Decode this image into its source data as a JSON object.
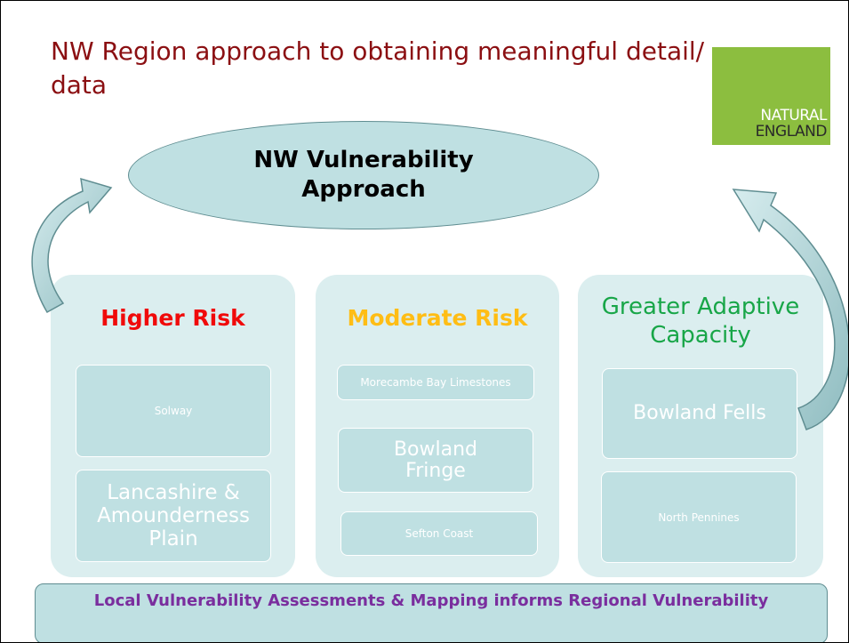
{
  "title": "NW Region approach to obtaining meaningful detail/ data",
  "logo": {
    "line1": "NATURAL",
    "line2": "ENGLAND",
    "bg_color": "#8cbe3f"
  },
  "center": {
    "line1": "NW Vulnerability",
    "line2": "Approach"
  },
  "columns": [
    {
      "heading": "Higher Risk",
      "color": "#f00a0a",
      "items": [
        "Solway",
        "Lancashire & Amounderness Plain"
      ]
    },
    {
      "heading": "Moderate Risk",
      "color": "#ffbd14",
      "items": [
        "Morecambe Bay Limestones",
        "Bowland Fringe",
        "Sefton Coast"
      ]
    },
    {
      "heading": "Greater Adaptive Capacity",
      "color": "#18a648",
      "items": [
        "Bowland Fells",
        "North Pennines"
      ]
    }
  ],
  "footer": "Local Vulnerability Assessments & Mapping informs Regional Vulnerability",
  "colors": {
    "title": "#8b0f12",
    "node_fill": "#bfe0e2",
    "panel_fill": "#dbeeef",
    "footer_text": "#7a2e9e"
  }
}
